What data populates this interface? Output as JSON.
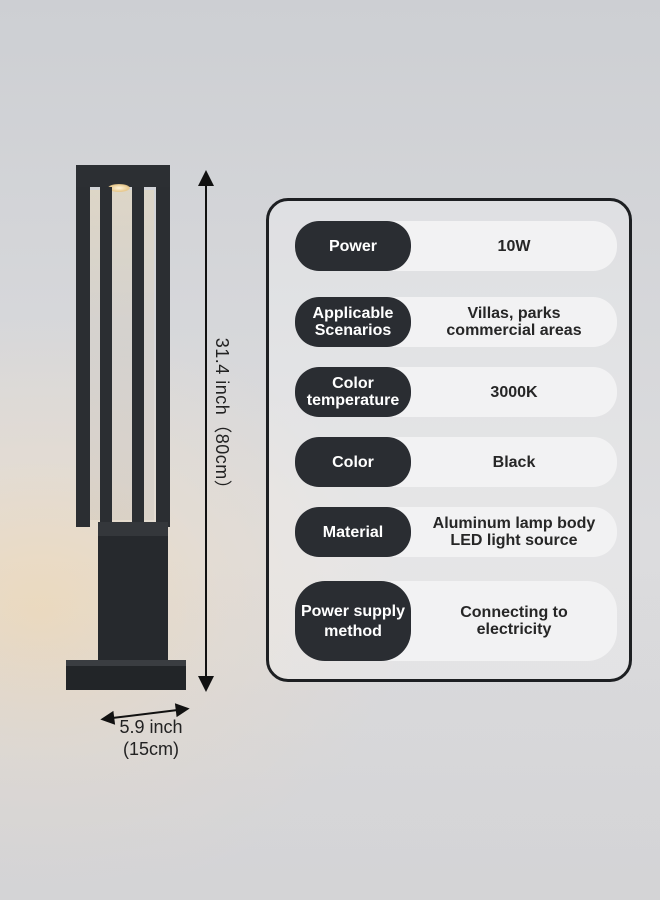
{
  "dimensions": {
    "height_label": "31.4 inch（80cm）",
    "width_label_line1": "5.9 inch",
    "width_label_line2": "(15cm)"
  },
  "specs": [
    {
      "key_lines": [
        "Power"
      ],
      "value_lines": [
        "10W"
      ]
    },
    {
      "key_lines": [
        "Applicable",
        "Scenarios"
      ],
      "value_lines": [
        "Villas, parks",
        "commercial areas"
      ]
    },
    {
      "key_lines": [
        "Color",
        "temperature"
      ],
      "value_lines": [
        "3000K"
      ]
    },
    {
      "key_lines": [
        "Color"
      ],
      "value_lines": [
        "Black"
      ]
    },
    {
      "key_lines": [
        "Material"
      ],
      "value_lines": [
        "Aluminum lamp body",
        "LED light source"
      ]
    },
    {
      "key_lines": [
        "Power supply",
        "method"
      ],
      "value_lines": [
        "Connecting to",
        "electricity"
      ]
    }
  ]
}
